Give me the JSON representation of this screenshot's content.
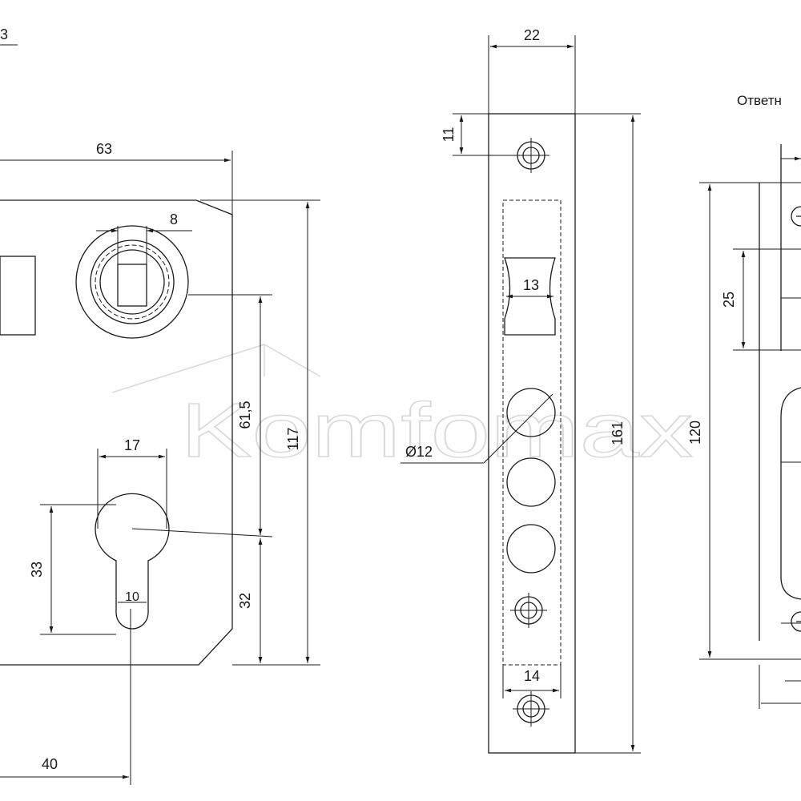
{
  "labels": {
    "top_left_fragment": "3",
    "strike_title_fragment": "Ответн",
    "watermark": "Komfomax"
  },
  "dimensions": {
    "body_width": "63",
    "spindle_square": "8",
    "spindle_to_cylinder": "61,5",
    "body_height": "117",
    "cylinder_width": "17",
    "cylinder_height": "33",
    "cylinder_pin": "10",
    "cylinder_to_bottom": "32",
    "backset": "40",
    "faceplate_width": "22",
    "faceplate_screw_offset": "11",
    "latch_width": "13",
    "hole_diameter": "Ø12",
    "faceplate_height": "161",
    "faceplate_inner_width": "14",
    "strike_height": "120",
    "strike_offset": "25"
  }
}
